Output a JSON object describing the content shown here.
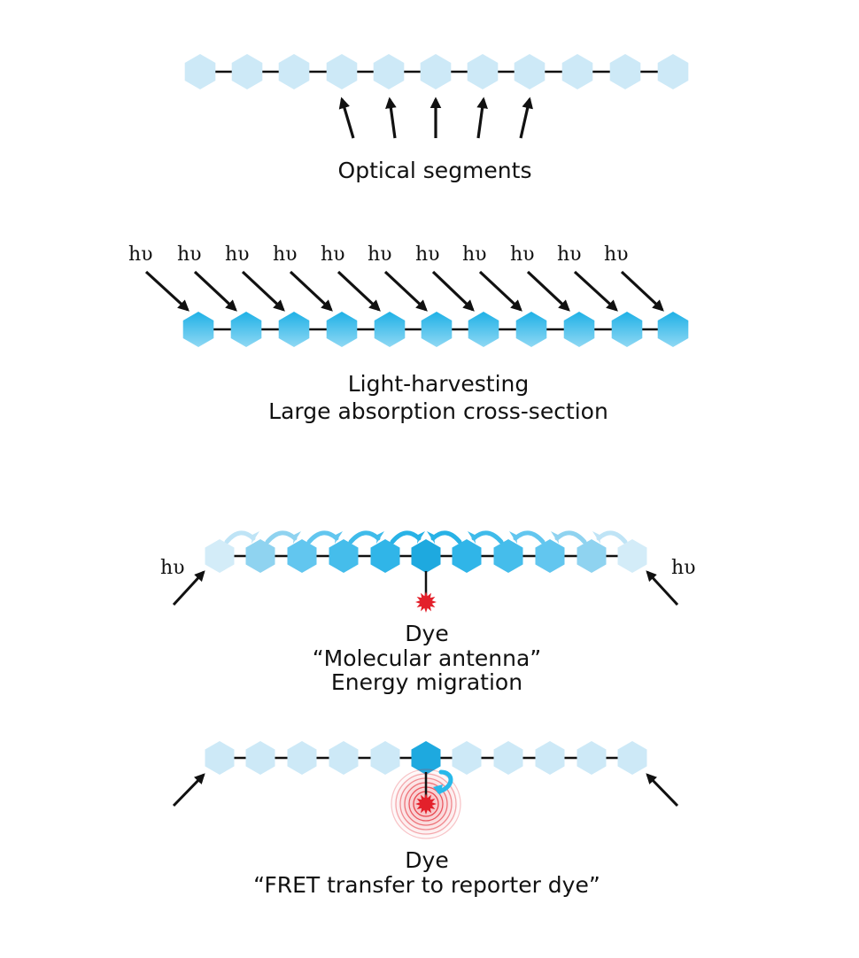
{
  "panels": {
    "optical": {
      "caption": "Optical segments"
    },
    "harvesting": {
      "photon_label": "hυ",
      "caption_line1": "Light-harvesting",
      "caption_line2": "Large absorption cross-section"
    },
    "antenna": {
      "photon_label": "hυ",
      "caption_line1": "Dye",
      "caption_line2": "“Molecular antenna”",
      "caption_line3": "Energy migration"
    },
    "fret": {
      "caption_line1": "Dye",
      "caption_line2": "“FRET transfer to reporter dye”"
    }
  },
  "colors": {
    "pale_unit": "#cde9f7",
    "bright_unit": "#28b9ea",
    "dye": "#e3202b",
    "bond": "#111111",
    "arrow": "#111111"
  }
}
